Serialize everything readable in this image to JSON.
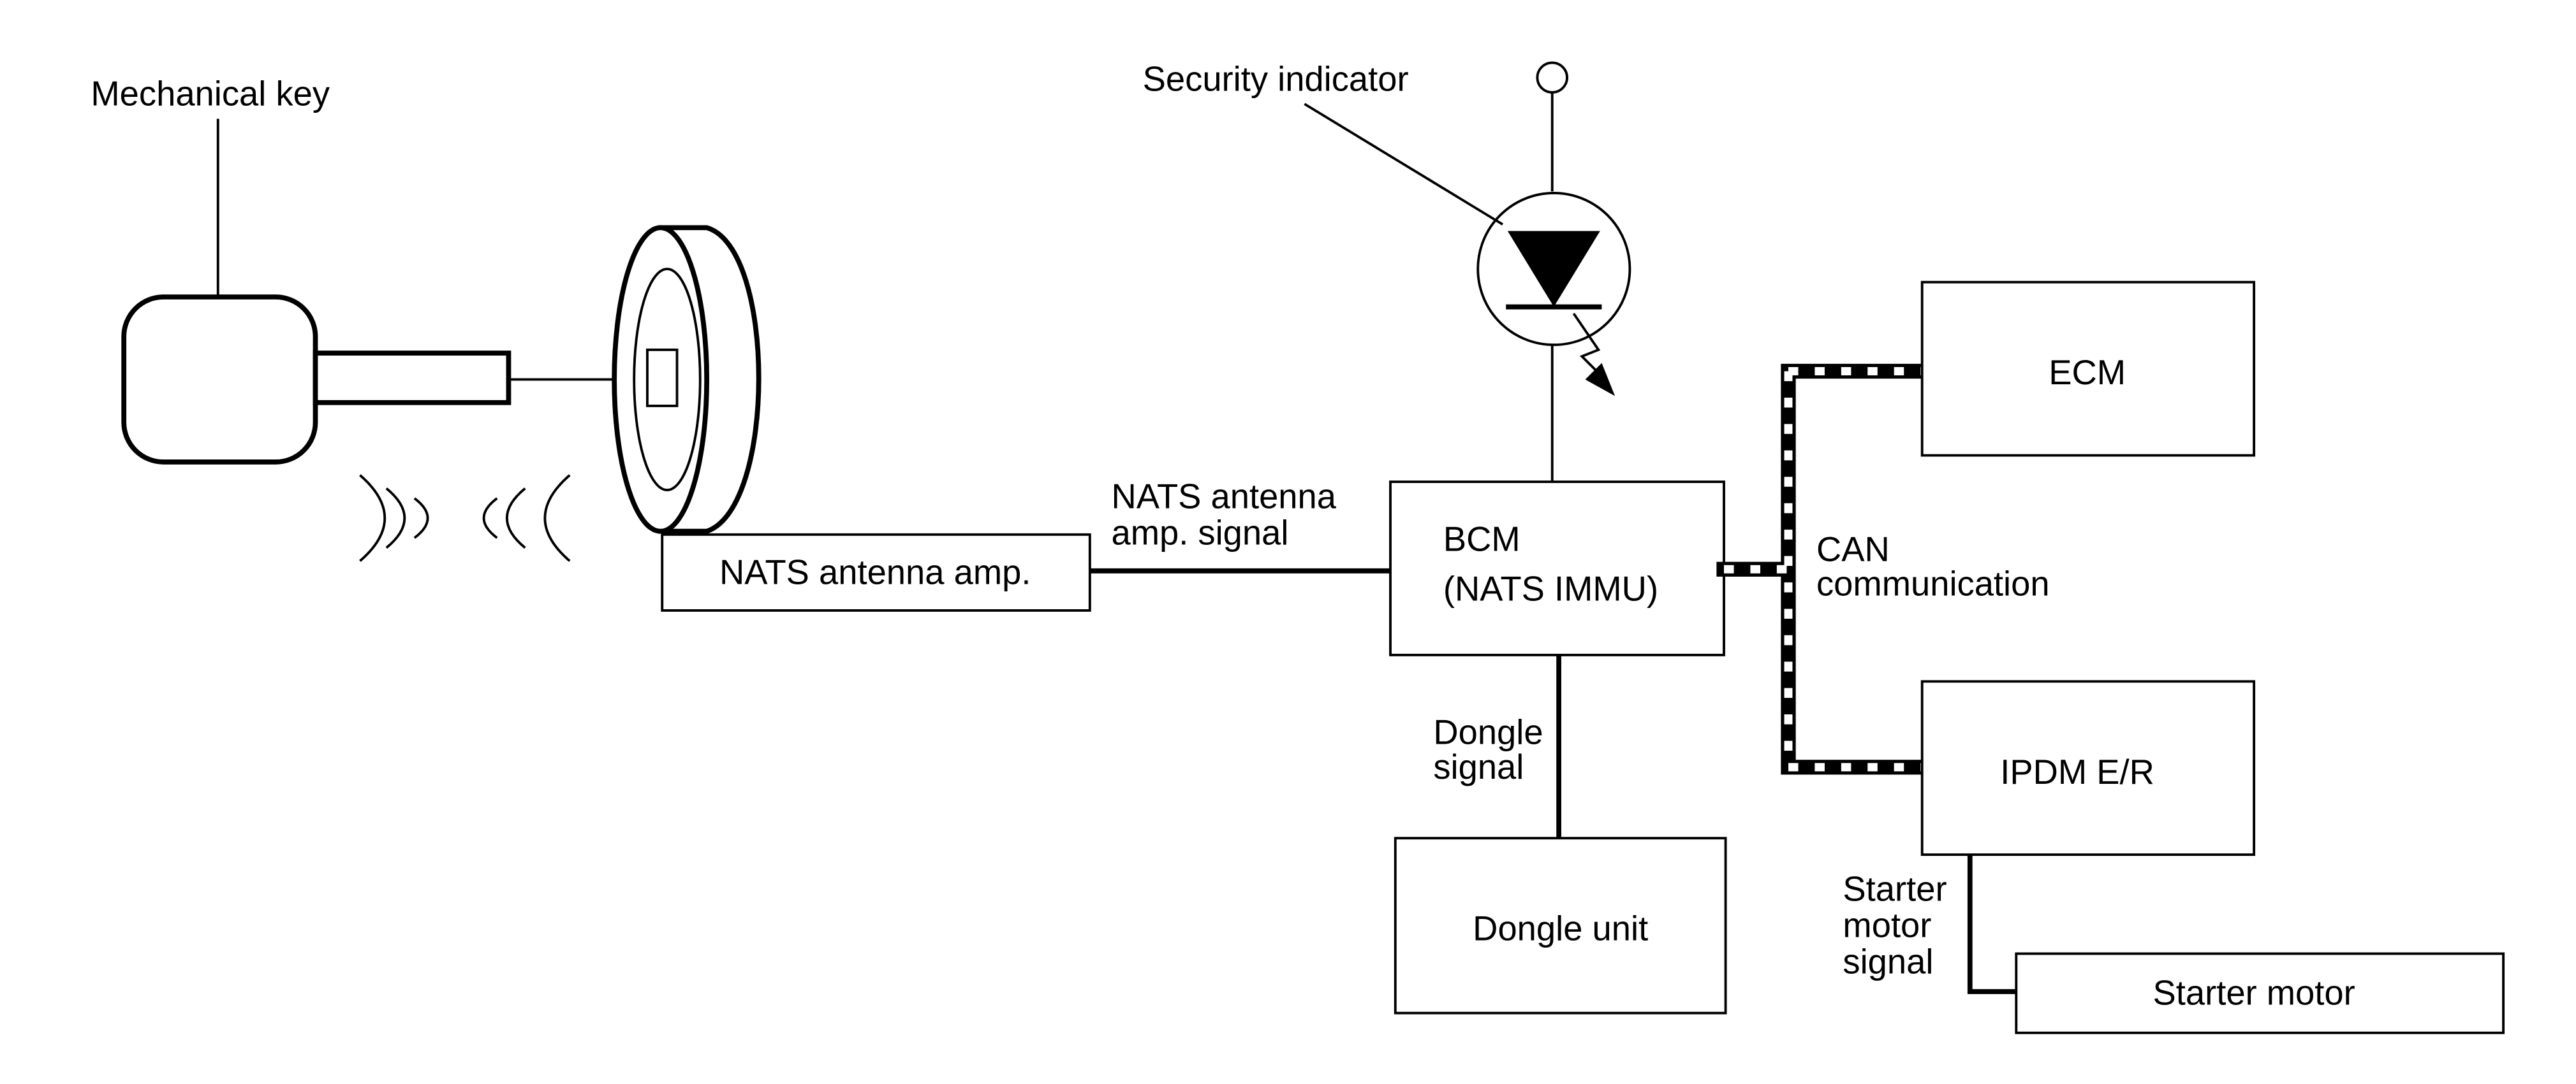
{
  "labels": {
    "mechanical_key": "Mechanical key",
    "security_indicator": "Security indicator",
    "nats_antenna_amp": "NATS antenna amp.",
    "nats_signal_line1": "NATS antenna",
    "nats_signal_line2": "amp. signal",
    "bcm_line1": "BCM",
    "bcm_line2": "(NATS IMMU)",
    "ecm": "ECM",
    "can_line1": "CAN",
    "can_line2": "communication",
    "ipdm": "IPDM E/R",
    "dongle_signal_line1": "Dongle",
    "dongle_signal_line2": "signal",
    "dongle_unit": "Dongle unit",
    "starter_signal_line1": "Starter",
    "starter_signal_line2": "motor",
    "starter_signal_line3": "signal",
    "starter_motor": "Starter motor"
  },
  "colors": {
    "line": "#000000",
    "background": "#ffffff"
  }
}
